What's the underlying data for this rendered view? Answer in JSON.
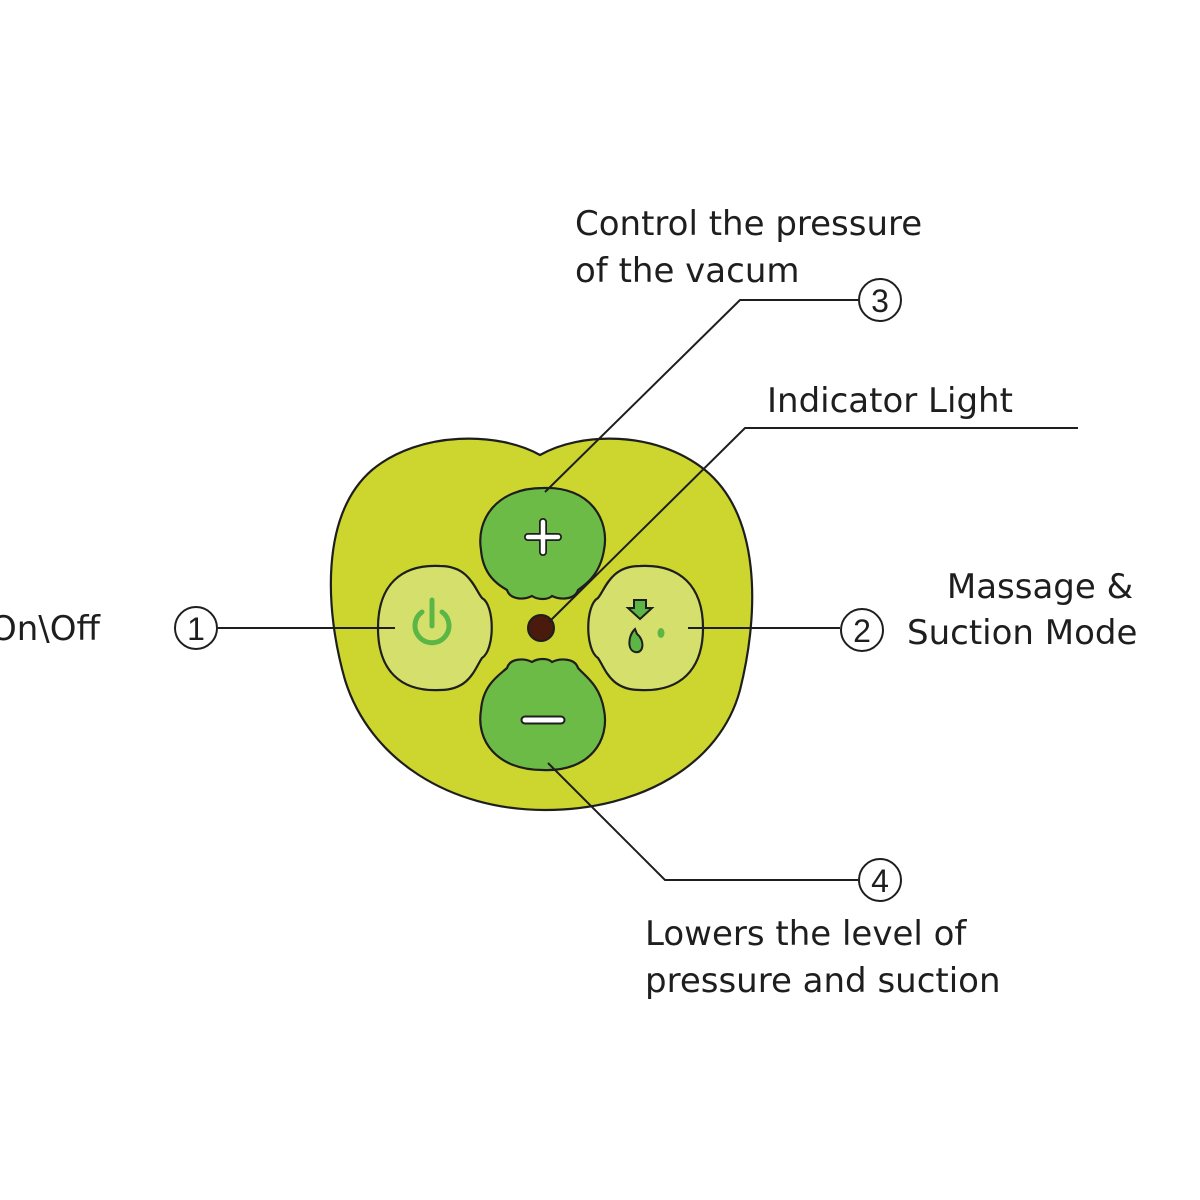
{
  "colors": {
    "body": "#cdd62e",
    "button_dark": "#6cbb47",
    "button_light": "#d4e06b",
    "icon_green": "#5bb645",
    "indicator": "#4a1a0c",
    "line": "#1e1e1e"
  },
  "callouts": {
    "on_off": {
      "number": "1",
      "label": "On\\Off",
      "icon": "power-icon"
    },
    "mode": {
      "number": "2",
      "label_line1": "Massage &",
      "label_line2": "Suction Mode",
      "icon": "drop-arrow-icon"
    },
    "plus": {
      "number": "3",
      "label_line1": "Control the pressure",
      "label_line2": "of the vacum",
      "icon": "plus-icon"
    },
    "indicator": {
      "label": "Indicator Light"
    },
    "minus": {
      "number": "4",
      "label_line1": "Lowers the level of",
      "label_line2": "pressure and suction",
      "icon": "minus-icon"
    }
  }
}
